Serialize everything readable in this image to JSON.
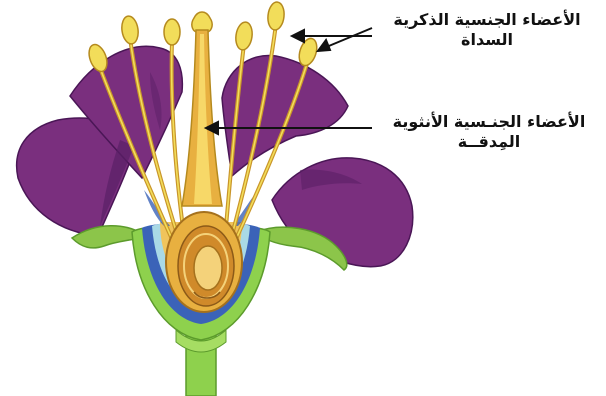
{
  "labels": {
    "male_organs": "الأعضاء الجنسية الذكرية",
    "male_term": "السداة",
    "female_organs": "الأعضاء الجنـسية الأنثوية",
    "female_term": "المِدقــة"
  },
  "colors": {
    "petal": "#7a2f7e",
    "petal_dark": "#5a1f66",
    "sepal": "#8cc54a",
    "stem": "#8ed14d",
    "receptacle_blue": "#3b63b8",
    "receptacle_light": "#a9d9e6",
    "stamen": "#e3b33d",
    "anther": "#f2dd5a",
    "pistil": "#e8b040",
    "ovary_inner": "#d08a2a",
    "ovule": "#f4d27a",
    "arrow": "#111111"
  }
}
